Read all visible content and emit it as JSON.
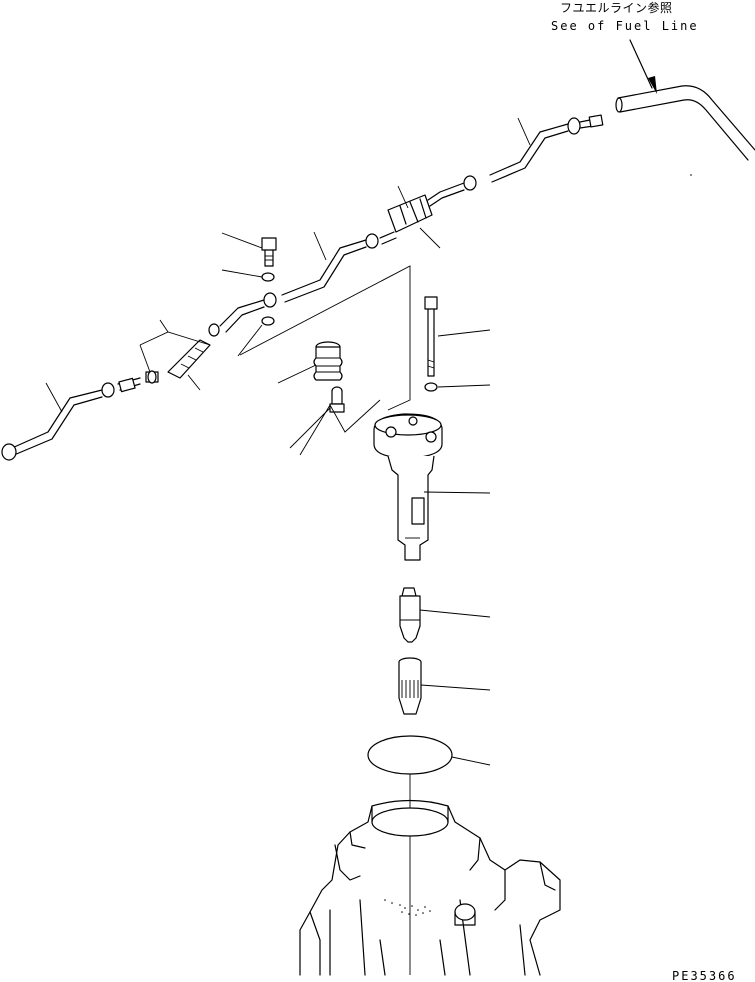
{
  "annotation": {
    "japanese": "フユエルライン参照",
    "english": "See of Fuel Line"
  },
  "drawing_number": "PE35366",
  "colors": {
    "ink": "#000000",
    "paper": "#ffffff"
  }
}
